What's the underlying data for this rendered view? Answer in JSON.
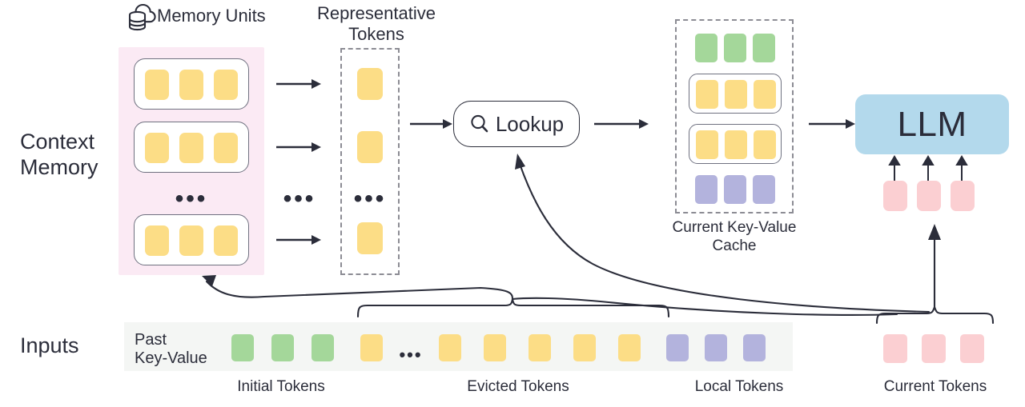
{
  "diagram": {
    "title_icon": "cloud-database-icon",
    "labels": {
      "memory_units": "Memory Units",
      "representative_tokens": "Representative\nTokens",
      "context_memory": "Context\nMemory",
      "inputs": "Inputs",
      "past_key_value": "Past\nKey-Value",
      "current_kv_cache": "Current Key-Value\nCache",
      "lookup": "Lookup",
      "llm": "LLM",
      "initial_tokens": "Initial Tokens",
      "evicted_tokens": "Evicted Tokens",
      "local_tokens": "Local Tokens",
      "current_tokens": "Current Tokens",
      "ellipsis": "•••"
    },
    "colors": {
      "yellow_token": "#fcdd86",
      "green_token": "#a4d79a",
      "purple_token": "#b3b3dd",
      "pink_token": "#fbcfd2",
      "llm_fill": "#b3d9ec",
      "context_panel": "#fbeaf4",
      "input_strip": "#f4f6f4",
      "stroke": "#2b2d3a",
      "dashed_stroke": "#8c8c94"
    },
    "context_memory": {
      "units": [
        {
          "tokens": [
            "yellow",
            "yellow",
            "yellow"
          ]
        },
        {
          "tokens": [
            "yellow",
            "yellow",
            "yellow"
          ]
        },
        {
          "tokens": [
            "yellow",
            "yellow",
            "yellow"
          ]
        }
      ],
      "unit_count_shown": 3,
      "has_ellipsis_between": true
    },
    "representative_tokens": {
      "tokens": [
        "yellow",
        "yellow",
        "yellow"
      ],
      "has_ellipsis": true
    },
    "kv_cache": {
      "rows": [
        {
          "boxed": false,
          "tokens": [
            "green",
            "green",
            "green"
          ]
        },
        {
          "boxed": true,
          "tokens": [
            "yellow",
            "yellow",
            "yellow"
          ]
        },
        {
          "boxed": true,
          "tokens": [
            "yellow",
            "yellow",
            "yellow"
          ]
        },
        {
          "boxed": false,
          "tokens": [
            "purple",
            "purple",
            "purple"
          ]
        }
      ]
    },
    "llm_inputs": {
      "tokens": [
        "pink",
        "pink",
        "pink"
      ]
    },
    "input_sequence": {
      "initial": [
        "green",
        "green",
        "green"
      ],
      "evicted_head": [
        "yellow"
      ],
      "evicted_tail": [
        "yellow",
        "yellow",
        "yellow",
        "yellow",
        "yellow"
      ],
      "local": [
        "purple",
        "purple",
        "purple"
      ],
      "current": [
        "pink",
        "pink",
        "pink"
      ]
    }
  }
}
